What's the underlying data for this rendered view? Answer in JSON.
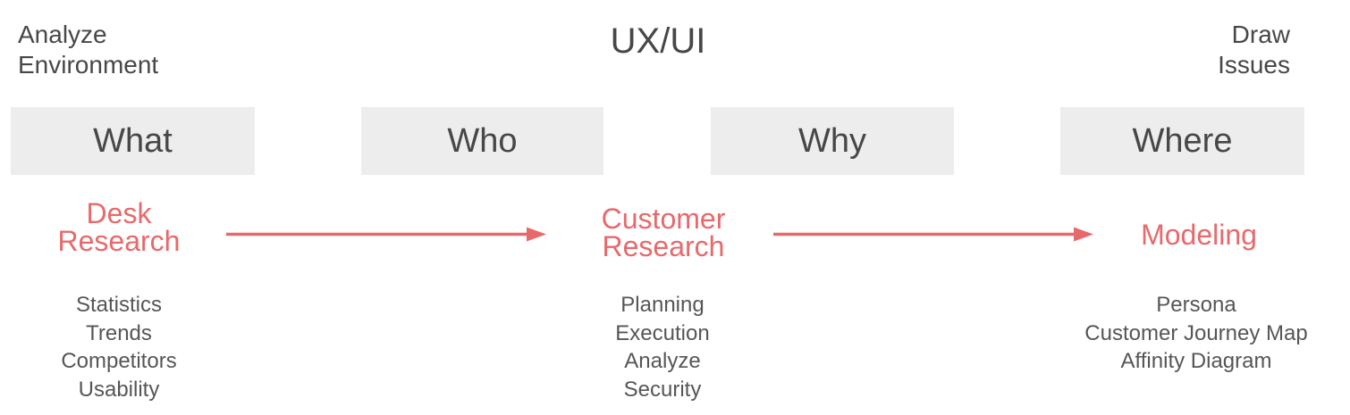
{
  "colors": {
    "accent": "#e8696b",
    "text_dark": "#474747",
    "text_gray": "#565656",
    "box_bg": "#ededed",
    "background": "#ffffff"
  },
  "title": "UX/UI",
  "corner_labels": {
    "left": {
      "lines": [
        "Analyze",
        "Environment"
      ]
    },
    "right": {
      "lines": [
        "Draw",
        "Issues"
      ]
    }
  },
  "question_boxes": [
    {
      "label": "What"
    },
    {
      "label": "Who"
    },
    {
      "label": "Why"
    },
    {
      "label": "Where"
    }
  ],
  "stages": [
    {
      "title_lines": [
        "Desk",
        "Research"
      ],
      "items": [
        "Statistics",
        "Trends",
        "Competitors",
        "Usability"
      ]
    },
    {
      "title_lines": [
        "Customer",
        "Research"
      ],
      "items": [
        "Planning",
        "Execution",
        "Analyze",
        "Security"
      ]
    },
    {
      "title_lines": [
        "Modeling"
      ],
      "items": [
        "Persona",
        "Customer Journey Map",
        "Affinity Diagram"
      ]
    }
  ]
}
